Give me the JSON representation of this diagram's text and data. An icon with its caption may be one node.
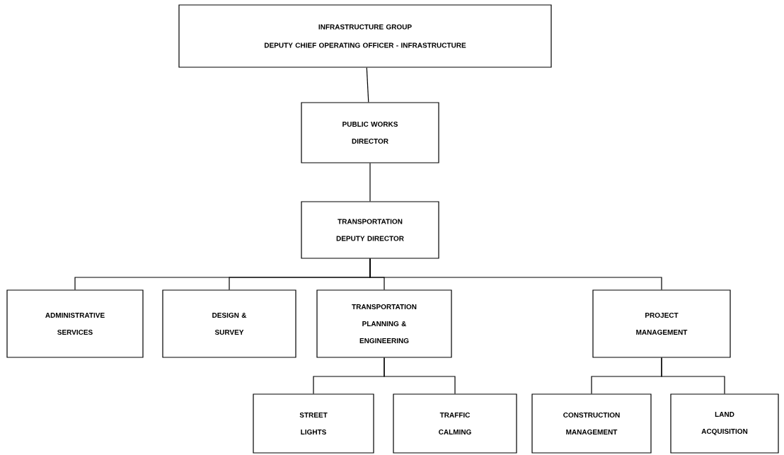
{
  "diagram": {
    "nodes": [
      {
        "text": [
          "INFRASTRUCTURE GROUP",
          "DEPUTY CHIEF OPERATING OFFICER - INFRASTRUCTURE"
        ]
      },
      {
        "text": [
          "PUBLIC WORKS DIRECTOR"
        ]
      },
      {
        "text": [
          "TRANSPORTATION DEPUTY DIRECTOR"
        ]
      },
      {
        "text": [
          "ADMINISTRATIVE SERVICES"
        ]
      },
      {
        "text": [
          "DESIGN & SURVEY"
        ]
      },
      {
        "text": [
          "TRANSPORTATION PLANNING & ENGINEERING"
        ]
      },
      {
        "text": [
          "PROJECT MANAGEMENT"
        ]
      },
      {
        "text": [
          "STREET LIGHTS"
        ]
      },
      {
        "text": [
          "TRAFFIC CALMING"
        ]
      },
      {
        "text": [
          "CONSTRUCTION MANAGEMENT"
        ]
      },
      {
        "text": [
          "LAND ACQUISITION"
        ]
      }
    ],
    "edges": [
      {
        "from": 0,
        "to": 1,
        "arrow": "none"
      },
      {
        "from": 1,
        "to": 2,
        "arrow": "none"
      },
      {
        "from": 2,
        "to": 3,
        "arrow": "none"
      },
      {
        "from": 2,
        "to": 4,
        "arrow": "none"
      },
      {
        "from": 2,
        "to": 5,
        "arrow": "none"
      },
      {
        "from": 2,
        "to": 6,
        "arrow": "none"
      },
      {
        "from": 5,
        "to": 7,
        "arrow": "none"
      },
      {
        "from": 5,
        "to": 8,
        "arrow": "none"
      },
      {
        "from": 6,
        "to": 9,
        "arrow": "none"
      },
      {
        "from": 6,
        "to": 10,
        "arrow": "none"
      }
    ]
  }
}
